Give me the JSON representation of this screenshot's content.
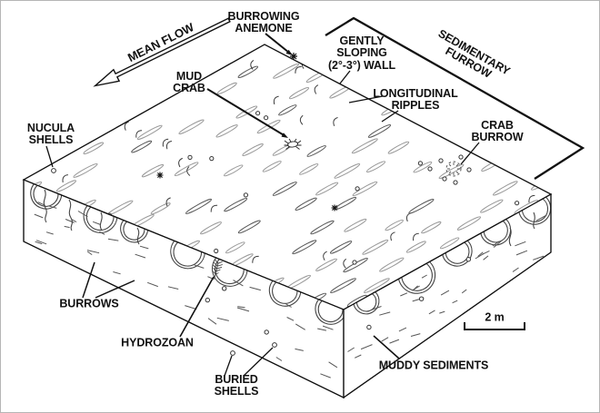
{
  "labels": {
    "mean_flow": "MEAN FLOW",
    "burrowing_anemone": "BURROWING\nANEMONE",
    "mud_crab": "MUD\nCRAB",
    "gently_sloping_wall": "GENTLY\nSLOPING\n(2°-3°) WALL",
    "sedimentary_furrow": "SEDIMENTARY\nFURROW",
    "longitudinal_ripples": "LONGITUDINAL\nRIPPLES",
    "crab_burrow": "CRAB\nBURROW",
    "nucula_shells": "NUCULA\nSHELLS",
    "burrows": "BURROWS",
    "hydrozoan": "HYDROZOAN",
    "buried_shells": "BURIED\nSHELLS",
    "muddy_sediments": "MUDDY SEDIMENTS",
    "scale_bar": "2 m"
  },
  "colors": {
    "ink": "#111111",
    "ripple_stroke": "#9a9a9a",
    "background": "#ffffff"
  }
}
